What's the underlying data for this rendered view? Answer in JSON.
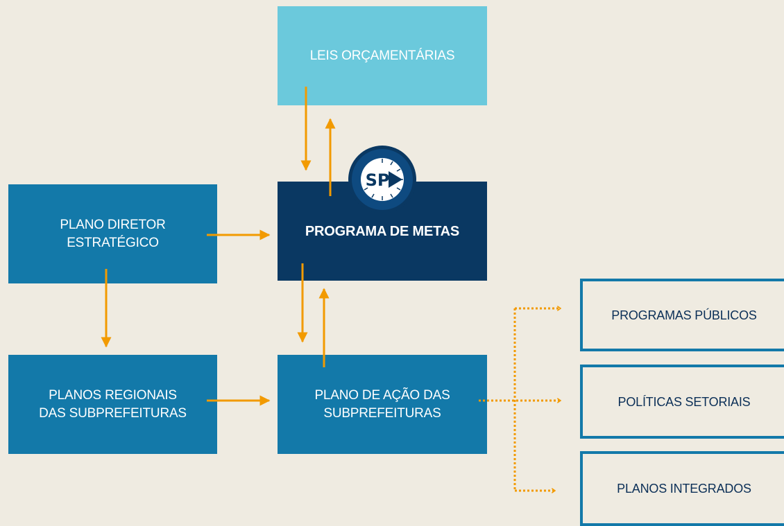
{
  "nodes": {
    "leis": "LEIS ORÇAMENTÁRIAS",
    "pde": [
      "PLANO DIRETOR",
      "ESTRATÉGICO"
    ],
    "metas": "PROGRAMA DE METAS",
    "regionais": [
      "PLANOS REGIONAIS",
      "DAS SUBPREFEITURAS"
    ],
    "acao": [
      "PLANO DE AÇÃO DAS",
      "SUBPREFEITURAS"
    ],
    "programas": "PROGRAMAS PÚBLICOS",
    "politicas": "POLÍTICAS SETORIAIS",
    "integrados": "PLANOS INTEGRADOS"
  },
  "logo": {
    "text": "SP",
    "icon": "sp-logo-icon"
  },
  "colors": {
    "background": "#efebe1",
    "light_box": "#6bc9dc",
    "mid_box": "#1379a9",
    "dark_box": "#0a3862",
    "arrow": "#f29a00",
    "outline_text": "#0b2f57"
  }
}
